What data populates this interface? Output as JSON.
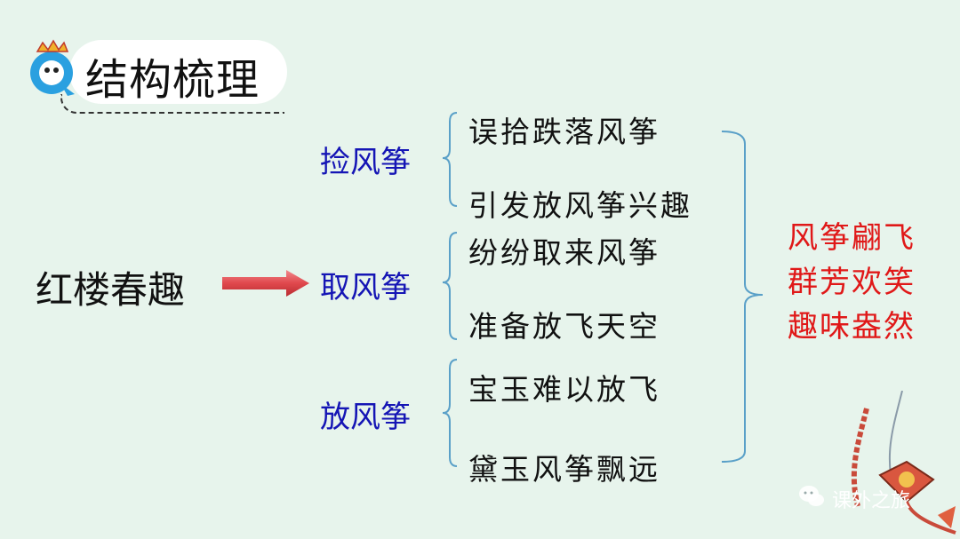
{
  "header": {
    "title": "结构梳理"
  },
  "topic": "红楼春趣",
  "categories": [
    {
      "label": "捡风筝",
      "items": [
        "误拾跌落风筝",
        "引发放风筝兴趣"
      ]
    },
    {
      "label": "取风筝",
      "items": [
        "纷纷取来风筝",
        "准备放飞天空"
      ]
    },
    {
      "label": "放风筝",
      "items": [
        "宝玉难以放飞",
        "黛玉风筝飘远"
      ]
    }
  ],
  "summary": [
    "风筝翩飞",
    "群芳欢笑",
    "趣味盎然"
  ],
  "watermark": "课外之旅",
  "colors": {
    "background": "#e7f4ec",
    "category": "#1515b5",
    "summary": "#e01818",
    "arrow": "#e0484d",
    "bracket": "#5aa0c8"
  },
  "icons": [
    "q-mascot-icon",
    "wechat-icon",
    "kite-icon"
  ]
}
